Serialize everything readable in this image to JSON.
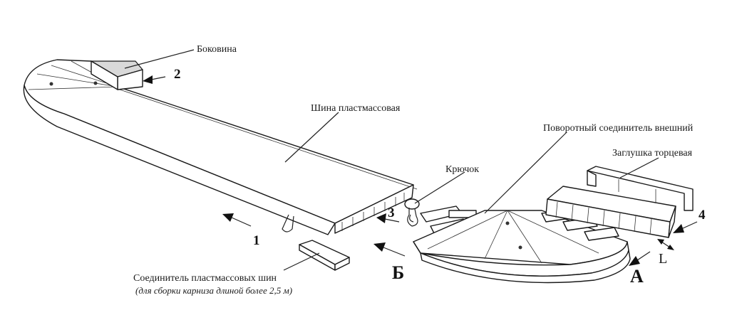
{
  "labels": {
    "side": "Боковина",
    "rail": "Шина пластмассовая",
    "connector_outer": "Поворотный соединитель внешний",
    "end_cap": "Заглушка торцевая",
    "hook": "Крючок",
    "rail_connector": "Соединитель пластмассовых шин",
    "rail_connector_note": "(для сборки карниза длиной более 2,5 м)"
  },
  "markers": {
    "n1": "1",
    "n2": "2",
    "n3": "3",
    "n4": "4",
    "letter_b": "Б",
    "letter_a": "А",
    "letter_l": "L"
  }
}
